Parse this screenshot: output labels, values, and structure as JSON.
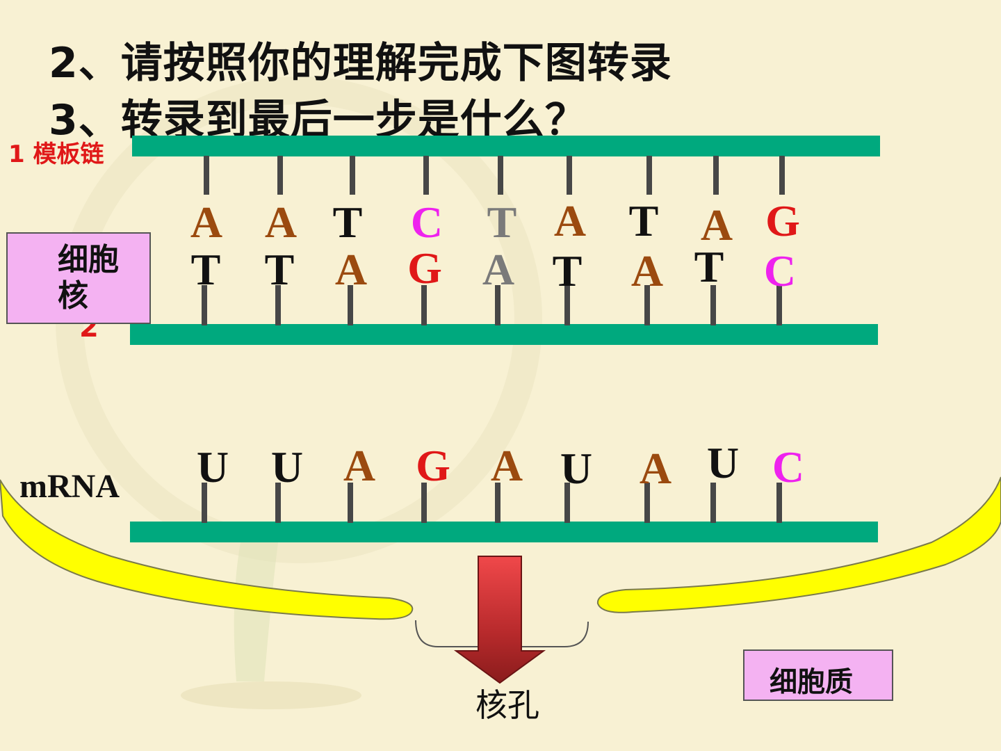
{
  "title_line1": "2、请按照你的理解完成下图转录",
  "title_line2": "3、转录到最后一步是什么？",
  "label_template": "1  模板链",
  "label_strand2": "2",
  "label_nucleus": "细胞核",
  "label_mrna": "mRNA",
  "label_pore": "核孔",
  "label_cytoplasm": "细胞质",
  "top_strand": [
    {
      "base": "A",
      "color": "#9b4a0f"
    },
    {
      "base": "A",
      "color": "#9b4a0f"
    },
    {
      "base": "T",
      "color": "#111111"
    },
    {
      "base": "C",
      "color": "#ee22ee"
    },
    {
      "base": "T",
      "color": "#7a7a7a"
    },
    {
      "base": "A",
      "color": "#9b4a0f"
    },
    {
      "base": "T",
      "color": "#111111"
    },
    {
      "base": "A",
      "color": "#9b4a0f"
    },
    {
      "base": "G",
      "color": "#e01818"
    }
  ],
  "bottom_strand": [
    {
      "base": "T",
      "color": "#111111"
    },
    {
      "base": "T",
      "color": "#111111"
    },
    {
      "base": "A",
      "color": "#9b4a0f"
    },
    {
      "base": "G",
      "color": "#e01818"
    },
    {
      "base": "A",
      "color": "#7a7a7a"
    },
    {
      "base": "T",
      "color": "#111111"
    },
    {
      "base": "A",
      "color": "#9b4a0f"
    },
    {
      "base": "T",
      "color": "#111111"
    },
    {
      "base": "C",
      "color": "#ee22ee"
    }
  ],
  "mrna_strand": [
    {
      "base": "U",
      "color": "#111111"
    },
    {
      "base": "U",
      "color": "#111111"
    },
    {
      "base": "A",
      "color": "#9b4a0f"
    },
    {
      "base": "G",
      "color": "#e01818"
    },
    {
      "base": "A",
      "color": "#9b4a0f"
    },
    {
      "base": "U",
      "color": "#111111"
    },
    {
      "base": "A",
      "color": "#9b4a0f"
    },
    {
      "base": "U",
      "color": "#111111"
    },
    {
      "base": "C",
      "color": "#ee22ee"
    }
  ],
  "colors": {
    "strand_bar": "#00a97e",
    "stick": "#474747",
    "membrane": "#ffff00",
    "label_box": "#f4b2f2",
    "arrow": "#c0282a"
  }
}
